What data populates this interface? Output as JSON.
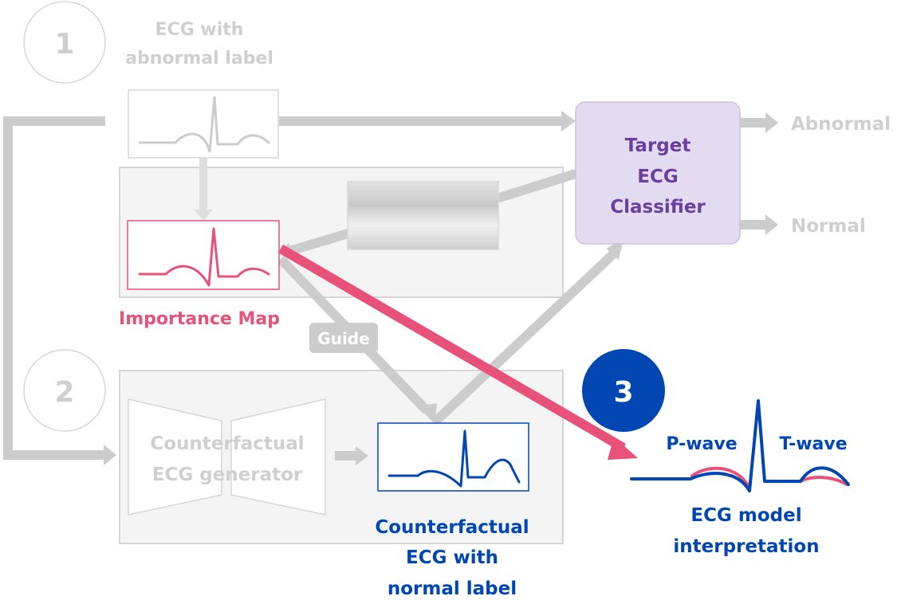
{
  "colors": {
    "gray": "#cccccc",
    "gray_text": "#cfcfcf",
    "panel_fill": "#f4f4f4",
    "panel_border": "#d6d6d6",
    "pink": "#e8527a",
    "blue": "#0047b3",
    "purple_text": "#6a3fa0",
    "classifier_fill": "#e3dcf0",
    "classifier_border": "#cbbfe3"
  },
  "step1": {
    "number": "1",
    "label_line1": "ECG with",
    "label_line2": "abnormal label"
  },
  "step2": {
    "number": "2"
  },
  "step3": {
    "number": "3"
  },
  "importance_map": {
    "label": "Importance Map"
  },
  "guide": {
    "label": "Guide"
  },
  "classifier": {
    "line1": "Target",
    "line2": "ECG",
    "line3": "Classifier"
  },
  "outputs": {
    "abnormal": "Abnormal",
    "normal": "Normal"
  },
  "generator": {
    "line1": "Counterfactual",
    "line2": "ECG generator"
  },
  "counterfactual": {
    "line1": "Counterfactual",
    "line2": "ECG with",
    "line3": "normal label"
  },
  "interpretation": {
    "p_wave": "P-wave",
    "t_wave": "T-wave",
    "line1": "ECG model",
    "line2": "interpretation"
  }
}
